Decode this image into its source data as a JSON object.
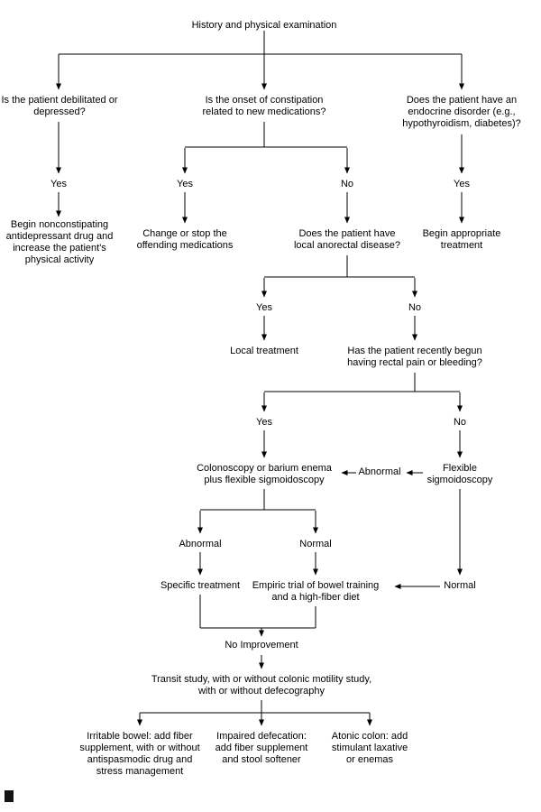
{
  "labels": {
    "yes": "Yes",
    "no": "No",
    "abnormal": "Abnormal",
    "normal": "Normal",
    "no_improvement": "No Improvement"
  },
  "nodes": {
    "history_exam": "History and physical examination",
    "debilitated_q": "Is the patient debilitated or depressed?",
    "medications_q": "Is the onset of constipation related to new medications?",
    "endocrine_q": "Does the patient have an endocrine disorder (e.g., hypothyroidism, diabetes)?",
    "nonconstipating_tx": "Begin nonconstipating antidepressant drug and increase the patient's physical activity",
    "change_medications_tx": "Change or stop the offending medications",
    "anorectal_q": "Does the patient have local anorectal disease?",
    "appropriate_tx": "Begin appropriate treatment",
    "local_tx": "Local treatment",
    "rectal_pain_q": "Has the patient recently begun having rectal pain or bleeding?",
    "colonoscopy": "Colonoscopy or barium enema plus flexible sigmoidoscopy",
    "flexible_sigmoidoscopy": "Flexible sigmoidoscopy",
    "specific_tx": "Specific treatment",
    "empiric_trial": "Empiric trial of bowel training and a high-fiber diet",
    "transit_study": "Transit study, with or without colonic motility study, with or without defecography",
    "irritable_bowel_tx": "Irritable bowel: add fiber supplement, with or without antispasmodic drug and stress management",
    "impaired_defecation_tx": "Impaired defecation: add fiber supplement and stool softener",
    "atonic_colon_tx": "Atonic colon: add stimulant laxative or enemas"
  }
}
